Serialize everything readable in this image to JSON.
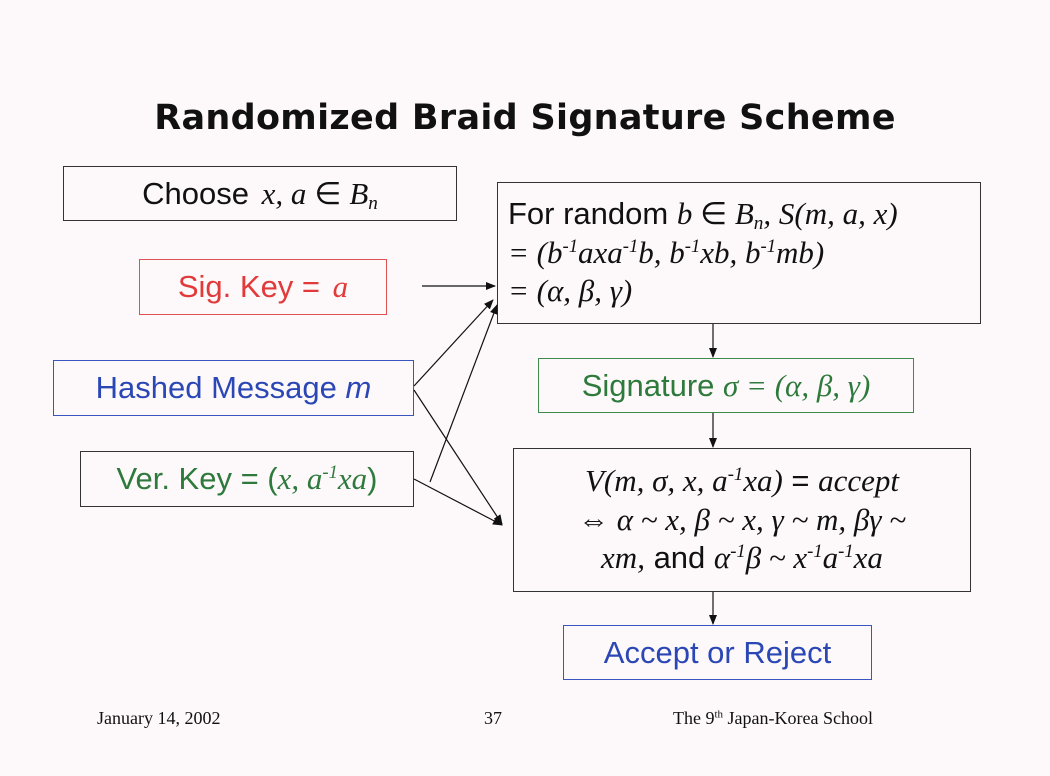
{
  "title": "Randomized Braid Signature Scheme",
  "boxes": {
    "choose": {
      "prefix": "Choose ",
      "vars": "x, a",
      "elem": "∈",
      "set": "B",
      "set_sub": "n"
    },
    "sig_key": {
      "label": "Sig. Key = ",
      "var": "a"
    },
    "hashed": {
      "label": "Hashed Message ",
      "var": "m"
    },
    "ver_key": {
      "label": "Ver. Key = (",
      "expr_a": "x, a",
      "sup": "-1",
      "expr_b": "xa",
      "close": ")"
    },
    "sign": {
      "line1_prefix": "For random ",
      "line1_b": "b",
      "line1_elem": " ∈ ",
      "line1_set": "B",
      "line1_sub": "n",
      "line1_rest": ", S(m, a, x)",
      "line2_a": "= (b",
      "line2_s1": "-1",
      "line2_b": "axa",
      "line2_s2": "-1",
      "line2_c": "b, b",
      "line2_s3": "-1",
      "line2_d": "xb, b",
      "line2_s4": "-1",
      "line2_e": "mb)",
      "line3": "= (α, β, γ)"
    },
    "signature": {
      "label": "Signature ",
      "expr": "σ = (α, β, γ)"
    },
    "verify": {
      "line1_a": "V(m, σ, x, a",
      "line1_s": "-1",
      "line1_b": "xa)",
      "line1_eq": " = ",
      "line1_c": "accept",
      "line2": "⇔ α ~ x, β ~ x, γ ~ m, βγ ~",
      "line3_a": "xm,",
      "line3_and": " and ",
      "line3_b": "α",
      "line3_s1": "-1",
      "line3_c": "β ~ x",
      "line3_s2": "-1",
      "line3_d": "a",
      "line3_s3": "-1",
      "line3_e": "xa"
    },
    "result": {
      "label": "Accept or Reject"
    }
  },
  "footer": {
    "date": "January 14, 2002",
    "page": "37",
    "school_a": "The 9",
    "school_sup": "th",
    "school_b": " Japan-Korea School"
  },
  "colors": {
    "red": "#e23a3a",
    "blue": "#2b47b5",
    "green": "#2e7a3d",
    "background": "#fdf8f9"
  }
}
